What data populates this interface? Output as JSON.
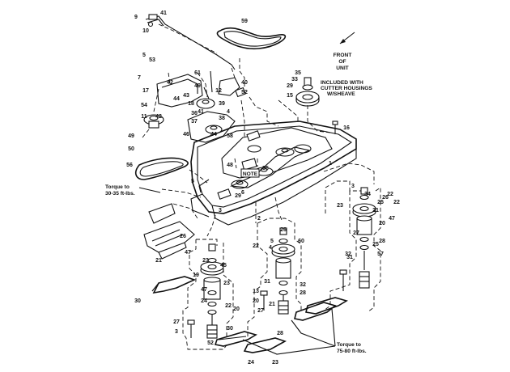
{
  "notes": {
    "front_of_unit": [
      "FRONT",
      "OF",
      "UNIT"
    ],
    "included_with": [
      "INCLUDED WITH",
      "CUTTER HOUSINGS",
      "W/SHEAVE"
    ],
    "torque_left": [
      "Torque to",
      "30-35 ft-lbs."
    ],
    "torque_bottom": [
      "Torque to",
      "75-80 ft-lbs."
    ],
    "note_box": "NOTE"
  },
  "callouts": [
    "9",
    "41",
    "10",
    "59",
    "5",
    "53",
    "61",
    "40",
    "52",
    "12",
    "49",
    "42",
    "43",
    "44",
    "18",
    "39",
    "17",
    "41",
    "36",
    "38",
    "37",
    "4",
    "42",
    "54",
    "11",
    "46",
    "44",
    "58",
    "7",
    "49",
    "50",
    "16",
    "35",
    "33",
    "29",
    "15",
    "48",
    "55",
    "56",
    "1",
    "3",
    "5",
    "6",
    "29",
    "2",
    "3",
    "34",
    "22",
    "47",
    "23",
    "26",
    "5",
    "4",
    "60",
    "22",
    "47",
    "23",
    "45",
    "19",
    "47",
    "23",
    "24",
    "22",
    "20",
    "26",
    "21",
    "27",
    "3",
    "52",
    "30",
    "31",
    "32",
    "28",
    "13",
    "20",
    "27",
    "21",
    "30",
    "31",
    "32",
    "57",
    "25",
    "28",
    "28",
    "27",
    "20",
    "21",
    "25",
    "26",
    "22",
    "24",
    "23"
  ]
}
